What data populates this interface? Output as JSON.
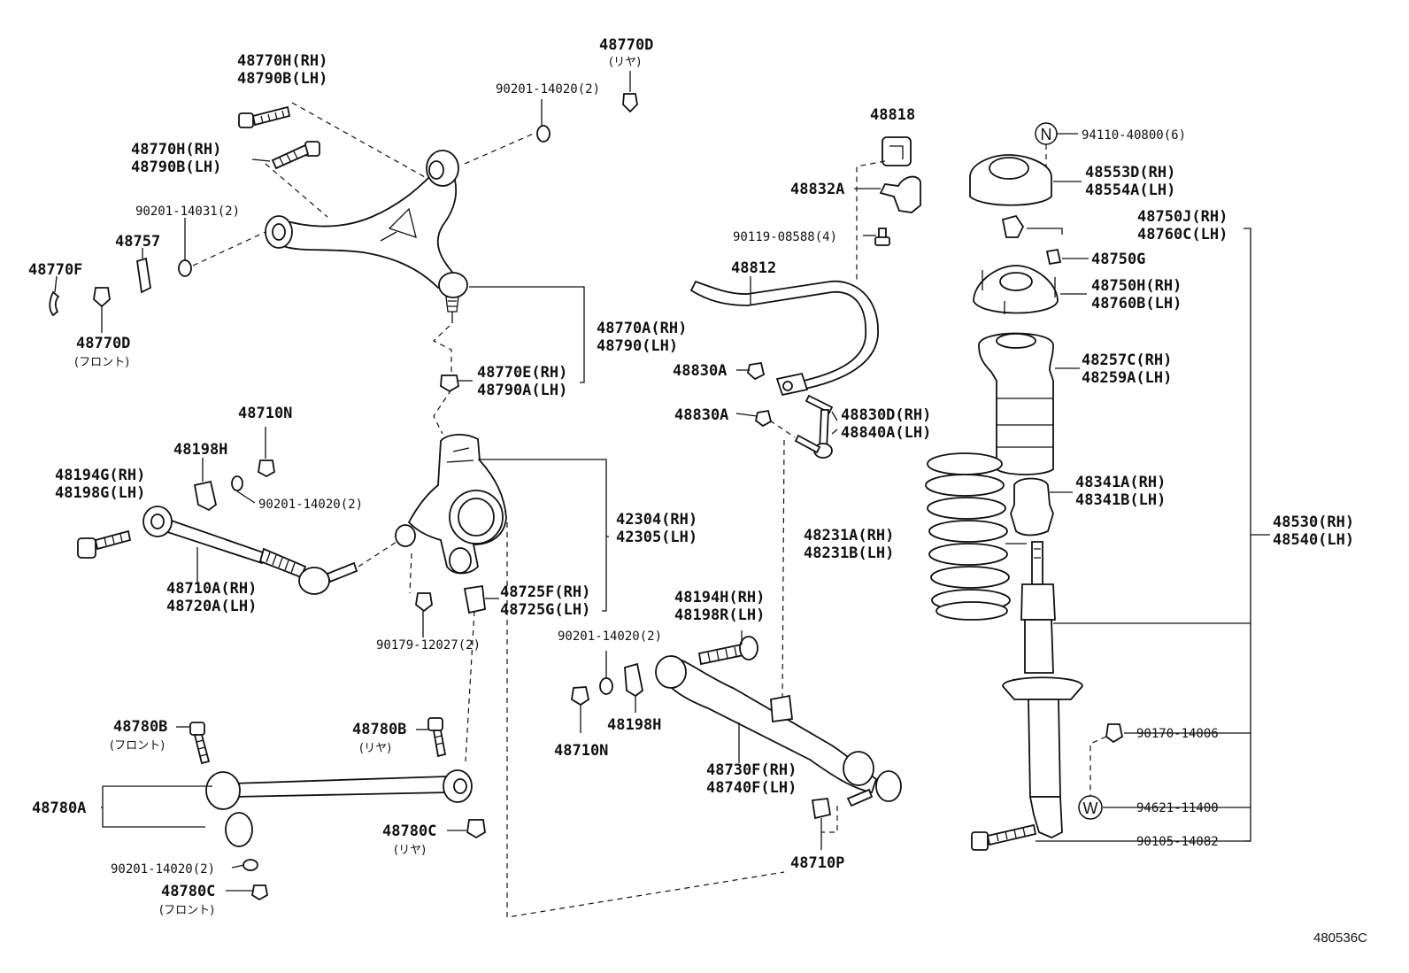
{
  "diagram_ref": "480536C",
  "labels": {
    "ucarm_bolt_front_a": "48770H(RH)",
    "ucarm_bolt_front_b": "48790B(LH)",
    "ucarm_bolt_rear_a": "48770H(RH)",
    "ucarm_bolt_rear_b": "48790B(LH)",
    "nut_rear": "48770D",
    "nut_rear_note": "(リヤ)",
    "nut_90201_top": "90201-14020(2)",
    "nut_90201_14031": "90201-14031(2)",
    "plate_48757": "48757",
    "clip_48770F": "48770F",
    "nut_front": "48770D",
    "nut_front_note": "(フロント)",
    "upper_arm_a": "48770A(RH)",
    "upper_arm_b": "48790(LH)",
    "ball_nut_a": "48770E(RH)",
    "ball_nut_b": "48790A(LH)",
    "nut_48710N_top": "48710N",
    "cam_48198H_top": "48198H",
    "washer_90201_mid": "90201-14020(2)",
    "toe_bolt_a": "48194G(RH)",
    "toe_bolt_b": "48198G(LH)",
    "toe_arm_a": "48710A(RH)",
    "toe_arm_b": "48720A(LH)",
    "carrier_a": "42304(RH)",
    "carrier_b": "42305(LH)",
    "bush_a": "48725F(RH)",
    "bush_b": "48725G(LH)",
    "nut_90179": "90179-12027(2)",
    "bolt_48780B_front": "48780B",
    "bolt_48780B_front_note": "(フロント)",
    "bolt_48780B_rear": "48780B",
    "bolt_48780B_rear_note": "(リヤ)",
    "lower_arm_48780A": "48780A",
    "nut_48780C_rear": "48780C",
    "nut_48780C_rear_note": "(リヤ)",
    "washer_90201_bottom": "90201-14020(2)",
    "nut_48780C_front": "48780C",
    "nut_48780C_front_note": "(フロント)",
    "bushing_48818": "48818",
    "bracket_48832A": "48832A",
    "bolt_90119": "90119-08588(4)",
    "stabilizer_48812": "48812",
    "nut_48830A_upper": "48830A",
    "nut_48830A_lower": "48830A",
    "link_a": "48830D(RH)",
    "link_b": "48840A(LH)",
    "coil_a": "48231A(RH)",
    "coil_b": "48231B(LH)",
    "bolt_48194H_a": "48194H(RH)",
    "bolt_48194H_b": "48198R(LH)",
    "washer_90201_lower": "90201-14020(2)",
    "nut_48710N_low": "48710N",
    "cam_48198H_low": "48198H",
    "lower_arm_a": "48730F(RH)",
    "lower_arm_b": "48740F(LH)",
    "bush_48710P": "48710P",
    "nut_94110": "94110-40800(6)",
    "support_a": "48553D(RH)",
    "support_b": "48554A(LH)",
    "cushion_a": "48750J(RH)",
    "cushion_b": "48760C(LH)",
    "collar_48750G": "48750G",
    "upper_seat_a": "48750H(RH)",
    "upper_seat_b": "48760B(LH)",
    "boot_a": "48257C(RH)",
    "boot_b": "48259A(LH)",
    "bumper_a": "48341A(RH)",
    "bumper_b": "48341B(LH)",
    "absorber_a": "48530(RH)",
    "absorber_b": "48540(LH)",
    "nut_90170": "90170-14006",
    "nut_94621": "94621-11400",
    "bolt_90105": "90105-14082",
    "symbol_n": "N",
    "symbol_w": "W"
  }
}
